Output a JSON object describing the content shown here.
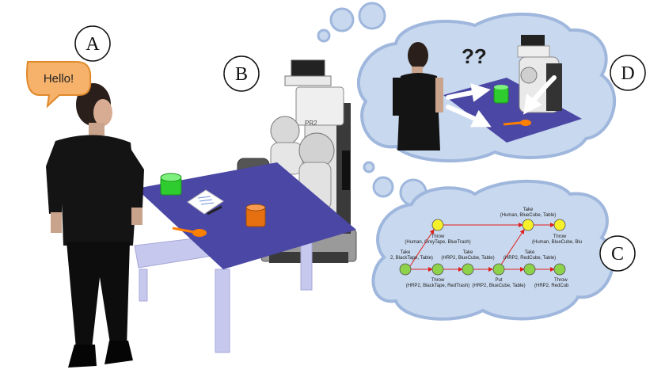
{
  "speech": {
    "text": "Hello!"
  },
  "panel_labels": {
    "a": "A",
    "b": "B",
    "c": "C",
    "d": "D"
  },
  "thought_bubble": {
    "text": "??"
  },
  "robot": {
    "chest_label": "PR2"
  },
  "plan_graph": {
    "top_row": {
      "throw_verb": "Throw",
      "throw_args": "(Human, GreyTape, BlueTrash)",
      "take_verb": "Take",
      "take_args": "(Human, BlueCube, Table)",
      "throw2_verb": "Throw",
      "throw2_args": "(Human, BlueCube, Blu"
    },
    "bottom_row": {
      "take1_verb": "Take",
      "take1_args": "2, BlackTape, Table)",
      "throw1_verb": "Throw",
      "throw1_args": "(HRP2, BlackTape, RedTrash)",
      "take2_verb": "Take",
      "take2_args": "(HRP2, BlueCube, Table)",
      "put_verb": "Put",
      "put_args": "(HRP2, BlueCube, Table)",
      "take3_verb": "Take",
      "take3_args": "(HRP2, RedCube, Table)",
      "throw3_verb": "Throw",
      "throw3_args": "(HRP2, RedCub"
    }
  },
  "colors": {
    "cloud_fill": "#c8d8ee",
    "cloud_stroke": "#9fb7dd",
    "table_top": "#4a47a5",
    "table_leg": "#c7c8ee",
    "human_node": "#f5f02a",
    "robot_node": "#8ed14b",
    "edge": "#e0201c",
    "speech_bubble": "#f6b26b"
  }
}
